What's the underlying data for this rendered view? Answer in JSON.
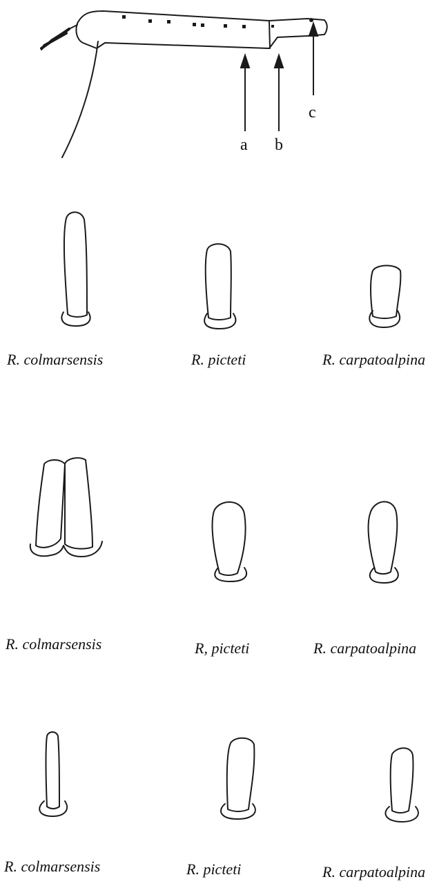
{
  "leg": {
    "point_labels": [
      "a",
      "b",
      "c"
    ]
  },
  "rows": [
    {
      "labels": [
        "R. colmarsensis",
        "R. picteti",
        "R. carpatoalpina"
      ]
    },
    {
      "labels": [
        "R. colmarsensis",
        "R, picteti",
        "R. carpatoalpina"
      ]
    },
    {
      "labels": [
        "R. colmarsensis",
        "R. picteti",
        "R. carpatoalpina"
      ]
    }
  ]
}
